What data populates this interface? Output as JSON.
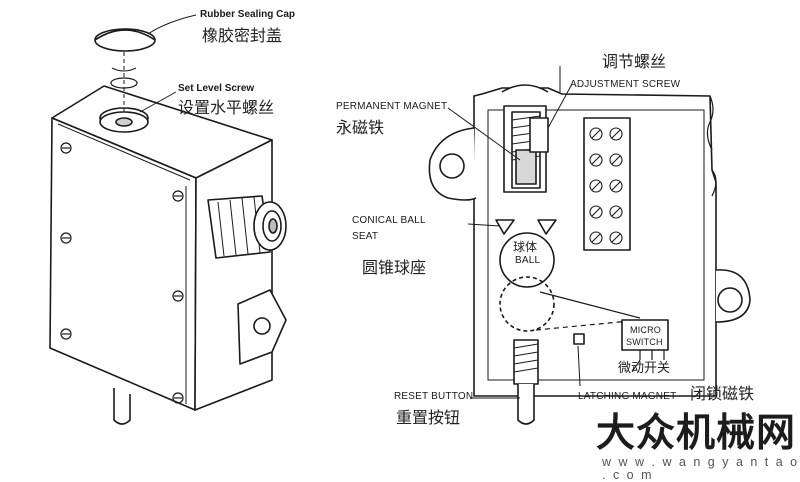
{
  "left_figure": {
    "cap_label_en": "Rubber Sealing Cap",
    "cap_label_cn": "橡胶密封盖",
    "screw_label_en": "Set Level Screw",
    "screw_label_cn": "设置水平螺丝"
  },
  "right_figure": {
    "adjust_cn": "调节螺丝",
    "adjust_en": "ADJUSTMENT SCREW",
    "magnet_en": "PERMANENT MAGNET",
    "magnet_cn": "永磁铁",
    "seat_en_1": "CONICAL BALL",
    "seat_en_2": "SEAT",
    "seat_cn": "圆锥球座",
    "ball_cn": "球体",
    "ball_en": "BALL",
    "micro_1": "MICRO",
    "micro_2": "SWITCH",
    "micro_cn": "微动开关",
    "reset_en": "RESET BUTTON",
    "reset_cn": "重置按钮",
    "latch_en": "LATCHING MAGNET",
    "latch_cn": "闭锁磁铁"
  },
  "watermark": {
    "brand": "大众机械网",
    "url": "w w w . w a n g y a n t a o . c o m"
  },
  "colors": {
    "line": "#1a1a1a",
    "fill": "#ffffff",
    "shade": "#d8d8d8"
  }
}
